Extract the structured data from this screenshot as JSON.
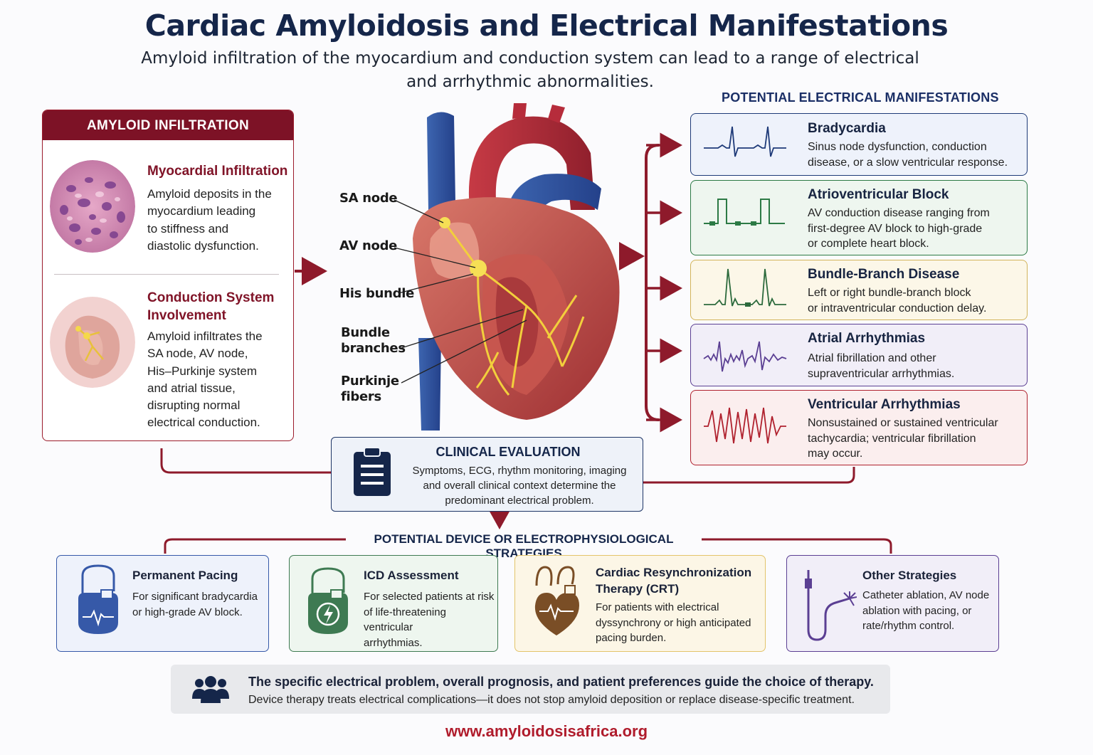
{
  "title": "Cardiac Amyloidosis and Electrical Manifestations",
  "subtitle_line1": "Amyloid infiltration of the myocardium and conduction system can lead to a range of electrical",
  "subtitle_line2": "and arrhythmic abnormalities.",
  "left_panel": {
    "header": "AMYLOID INFILTRATION",
    "items": [
      {
        "title": "Myocardial Infiltration",
        "lines": [
          "Amyloid deposits in the",
          "myocardium leading",
          "to stiffness and",
          "diastolic dysfunction."
        ]
      },
      {
        "title_lines": [
          "Conduction System",
          "Involvement"
        ],
        "lines": [
          "Amyloid infiltrates the",
          "SA node, AV node,",
          "His–Purkinje system",
          "and atrial tissue,",
          "disrupting normal",
          "electrical conduction."
        ]
      }
    ]
  },
  "heart_labels": {
    "sa": "SA node",
    "av": "AV node",
    "his": "His bundle",
    "bundle": [
      "Bundle",
      "branches"
    ],
    "purkinje": [
      "Purkinje",
      "fibers"
    ]
  },
  "manifestations": {
    "header": "POTENTIAL ELECTRICAL MANIFESTATIONS",
    "items": [
      {
        "title": "Bradycardia",
        "lines": [
          "Sinus node dysfunction, conduction",
          "disease, or a slow ventricular response."
        ],
        "color": "#1e3a78",
        "bg": "#eef2fb"
      },
      {
        "title": "Atrioventricular Block",
        "lines": [
          "AV conduction disease ranging from",
          "first-degree AV block to high-grade",
          "or complete heart block."
        ],
        "color": "#2c7a45",
        "bg": "#eef6ef"
      },
      {
        "title": "Bundle-Branch Disease",
        "lines": [
          "Left or right bundle-branch block",
          "or intraventricular conduction delay."
        ],
        "color": "#2c6a3c",
        "bg": "#fcf7e8"
      },
      {
        "title": "Atrial Arrhythmias",
        "lines": [
          "Atrial fibrillation and other",
          "supraventricular arrhythmias."
        ],
        "color": "#5b3f93",
        "bg": "#f1eef8"
      },
      {
        "title": "Ventricular Arrhythmias",
        "lines": [
          "Nonsustained or sustained ventricular",
          "tachycardia; ventricular fibrillation",
          "may occur."
        ],
        "color": "#b0212e",
        "bg": "#fbeeee"
      }
    ]
  },
  "clinical": {
    "title": "CLINICAL EVALUATION",
    "lines": [
      "Symptoms, ECG, rhythm monitoring, imaging",
      "and overall clinical context determine the",
      "predominant electrical problem."
    ]
  },
  "strategies": {
    "header": "POTENTIAL DEVICE OR ELECTROPHYSIOLOGICAL STRATEGIES",
    "items": [
      {
        "title_lines": [
          "Permanent Pacing"
        ],
        "lines": [
          "For significant bradycardia",
          "or high-grade AV block."
        ],
        "color": "#3659a8"
      },
      {
        "title_lines": [
          "ICD Assessment"
        ],
        "lines": [
          "For selected patients at risk",
          "of life-threatening ventricular",
          "arrhythmias."
        ],
        "color": "#3e7a52"
      },
      {
        "title_lines": [
          "Cardiac Resynchronization",
          "Therapy (CRT)"
        ],
        "lines": [
          "For patients with electrical",
          "dyssynchrony or high anticipated",
          "pacing burden."
        ],
        "color": "#7a4e26"
      },
      {
        "title_lines": [
          "Other Strategies"
        ],
        "lines": [
          "Catheter ablation, AV node",
          "ablation with pacing, or",
          "rate/rhythm control."
        ],
        "color": "#5b3f93"
      }
    ]
  },
  "bottom": {
    "line1": "The specific electrical problem, overall prognosis, and patient preferences guide the choice of therapy.",
    "line2": "Device therapy treats electrical complications—it does not stop amyloid deposition or replace disease-specific treatment."
  },
  "url": "www.amyloidosisafrica.org",
  "icons": [
    "tissue-histology-icon",
    "heart-conduction-icon",
    "clipboard-icon",
    "pacemaker-icon",
    "icd-icon",
    "crt-device-icon",
    "catheter-icon",
    "people-group-icon"
  ]
}
